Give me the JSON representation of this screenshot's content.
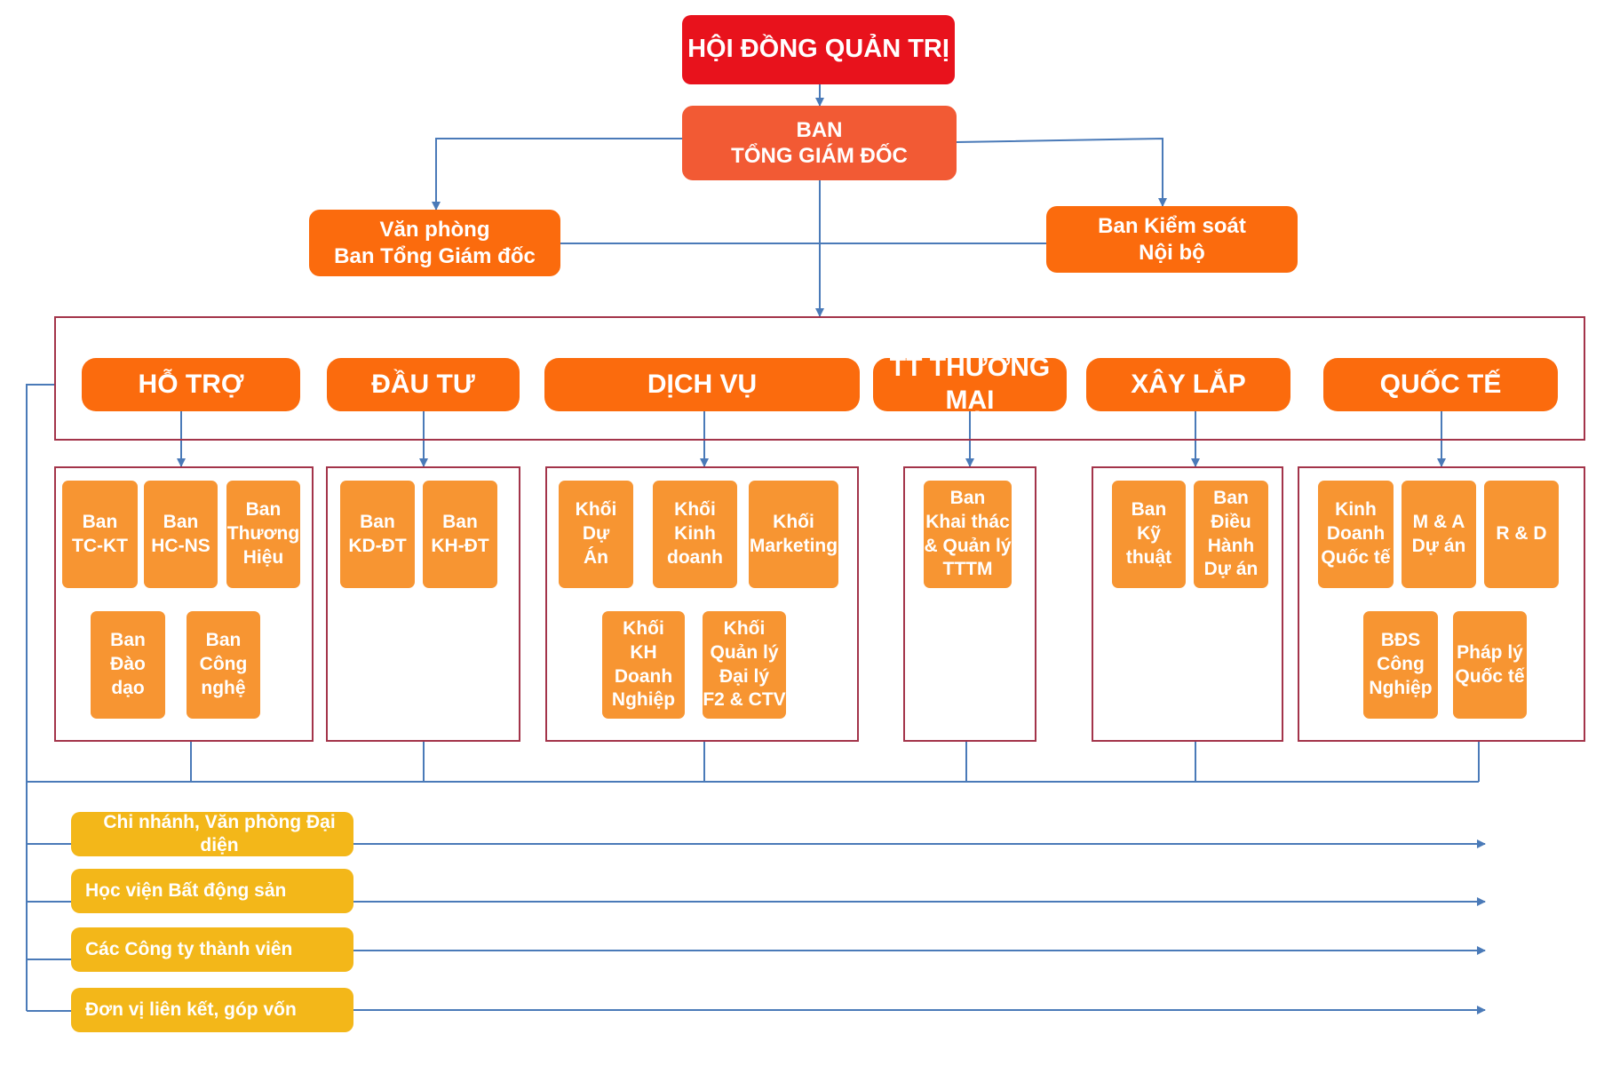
{
  "board": "HỘI ĐỒNG QUẢN TRỊ",
  "ceo_board": "BAN\nTỔNG GIÁM ĐỐC",
  "ceo_office": "Văn phòng\nBan Tổng Giám đốc",
  "internal_control": "Ban Kiểm soát\nNội bộ",
  "divisions": [
    {
      "name": "HỖ TRỢ",
      "units": [
        "Ban\nTC-KT",
        "Ban\nHC-NS",
        "Ban\nThương\nHiệu",
        "Ban\nĐào\ndạo",
        "Ban\nCông\nnghệ"
      ]
    },
    {
      "name": "ĐẦU TƯ",
      "units": [
        "Ban\nKD-ĐT",
        "Ban\nKH-ĐT"
      ]
    },
    {
      "name": "DỊCH VỤ",
      "units": [
        "Khối\nDự\nÁn",
        "Khối\nKinh\ndoanh",
        "Khối\nMarketing",
        "Khối\nKH\nDoanh\nNghiệp",
        "Khối\nQuản lý\nĐại lý\nF2 & CTV"
      ]
    },
    {
      "name": "TT THƯƠNG MẠI",
      "units": [
        "Ban\nKhai thác\n& Quản lý\nTTTM"
      ]
    },
    {
      "name": "XÂY LẮP",
      "units": [
        "Ban\nKỹ\nthuật",
        "Ban\nĐiều\nHành\nDự án"
      ]
    },
    {
      "name": "QUỐC TẾ",
      "units": [
        "Kinh\nDoanh\nQuốc tế",
        "M & A\nDự án",
        "R & D",
        "BĐS\nCông\nNghiệp",
        "Pháp lý\nQuốc tế"
      ]
    }
  ],
  "affiliates": [
    "Chi nhánh, Văn phòng Đại diện",
    "Học viện Bất động sản",
    "Các Công ty thành viên",
    "Đơn vị liên kết, góp vốn"
  ],
  "colors": {
    "board": "#e8121c",
    "ceo": "#f25a34",
    "division": "#fb6b0d",
    "unit": "#f79532",
    "affiliate": "#f3b719",
    "line": "#4a7ab8",
    "frame": "#a3344a"
  }
}
